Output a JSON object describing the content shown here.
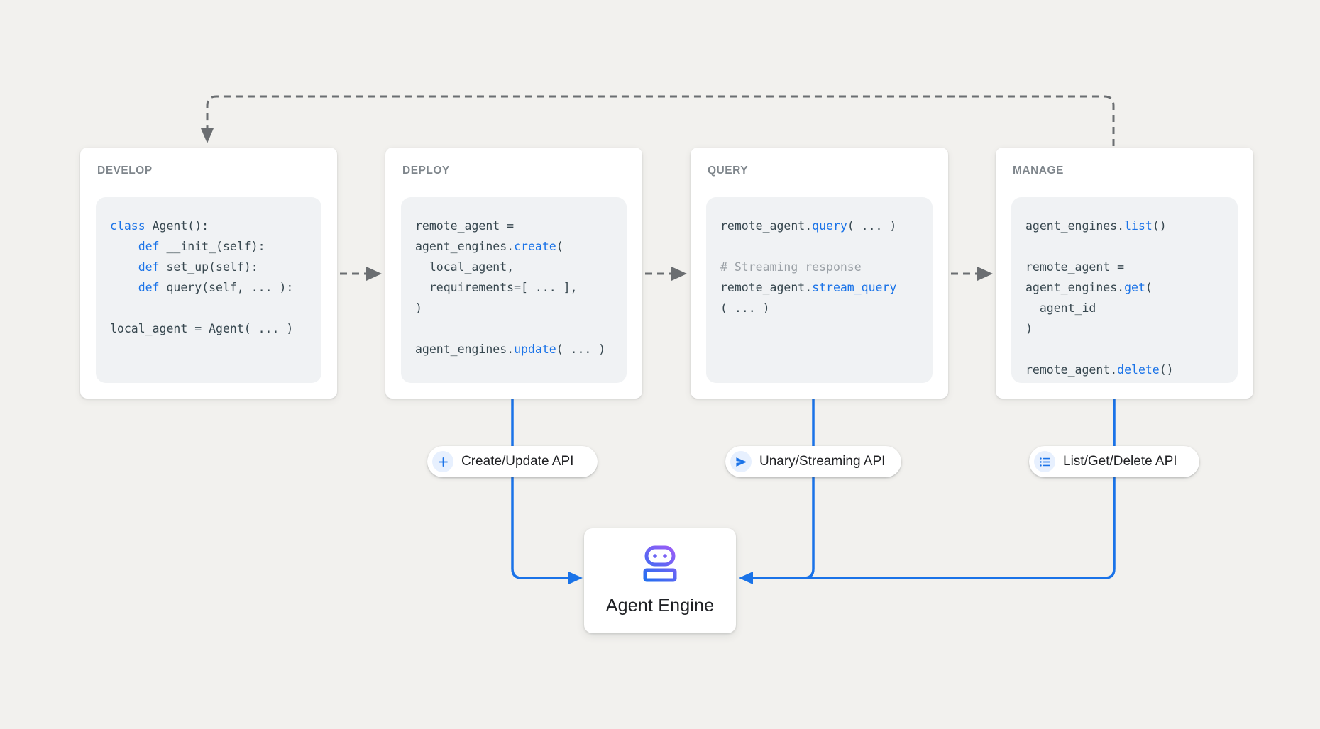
{
  "background": "#f2f1ee",
  "colors": {
    "accent_blue": "#1a73e8",
    "code_plain": "#37474f",
    "code_comment": "#9aa0a6",
    "card_title_gray": "#7f868c",
    "connector_gray": "#6b6e71",
    "robot_gradient_purple": "#a05cf7",
    "robot_gradient_blue": "#1f6ff0"
  },
  "cards": [
    {
      "title": "DEVELOP",
      "code": [
        [
          [
            "k",
            "class"
          ],
          [
            "p",
            " Agent():"
          ]
        ],
        [
          [
            "p",
            "    "
          ],
          [
            "k",
            "def"
          ],
          [
            "p",
            " __init_(self):"
          ]
        ],
        [
          [
            "p",
            "    "
          ],
          [
            "k",
            "def"
          ],
          [
            "p",
            " set_up(self):"
          ]
        ],
        [
          [
            "p",
            "    "
          ],
          [
            "k",
            "def"
          ],
          [
            "p",
            " query(self, ... ):"
          ]
        ],
        [],
        [
          [
            "p",
            "local_agent = Agent( ... )"
          ]
        ]
      ]
    },
    {
      "title": "DEPLOY",
      "code": [
        [
          [
            "p",
            "remote_agent ="
          ]
        ],
        [
          [
            "p",
            "agent_engines."
          ],
          [
            "k",
            "create"
          ],
          [
            "p",
            "("
          ]
        ],
        [
          [
            "p",
            "  local_agent,"
          ]
        ],
        [
          [
            "p",
            "  requirements=[ ... ],"
          ]
        ],
        [
          [
            "p",
            ")"
          ]
        ],
        [],
        [
          [
            "p",
            "agent_engines."
          ],
          [
            "k",
            "update"
          ],
          [
            "p",
            "( ... )"
          ]
        ]
      ]
    },
    {
      "title": "QUERY",
      "code": [
        [
          [
            "p",
            "remote_agent."
          ],
          [
            "k",
            "query"
          ],
          [
            "p",
            "( ... )"
          ]
        ],
        [],
        [
          [
            "c",
            "# Streaming response"
          ]
        ],
        [
          [
            "p",
            "remote_agent."
          ],
          [
            "k",
            "stream_query"
          ]
        ],
        [
          [
            "p",
            "( ... )"
          ]
        ]
      ]
    },
    {
      "title": "MANAGE",
      "code": [
        [
          [
            "p",
            "agent_engines."
          ],
          [
            "k",
            "list"
          ],
          [
            "p",
            "()"
          ]
        ],
        [],
        [
          [
            "p",
            "remote_agent ="
          ]
        ],
        [
          [
            "p",
            "agent_engines."
          ],
          [
            "k",
            "get"
          ],
          [
            "p",
            "("
          ]
        ],
        [
          [
            "p",
            "  agent_id"
          ]
        ],
        [
          [
            "p",
            ")"
          ]
        ],
        [],
        [
          [
            "p",
            "remote_agent."
          ],
          [
            "k",
            "delete"
          ],
          [
            "p",
            "()"
          ]
        ]
      ]
    }
  ],
  "pills": [
    {
      "icon": "plus-icon",
      "label": "Create/Update API"
    },
    {
      "icon": "send-icon",
      "label": "Unary/Streaming API"
    },
    {
      "icon": "list-icon",
      "label": "List/Get/Delete API"
    }
  ],
  "engine": {
    "icon": "robot-icon",
    "label": "Agent Engine"
  }
}
